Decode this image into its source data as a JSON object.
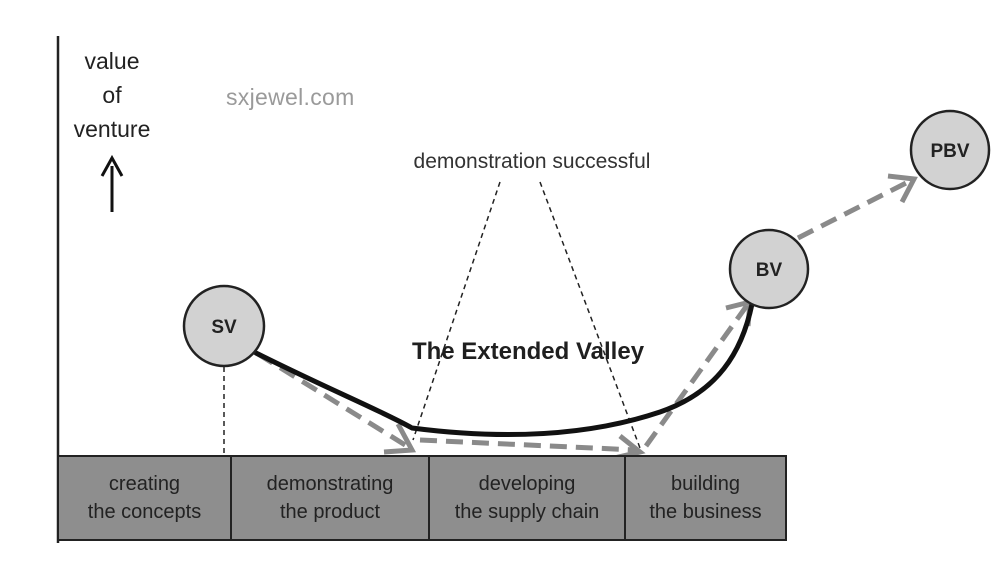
{
  "axis": {
    "label_lines": [
      "value",
      "of",
      "venture"
    ]
  },
  "watermark": "sxjewel.com",
  "annotation": "demonstration successful",
  "title": "The Extended Valley",
  "nodes": {
    "sv": "SV",
    "bv": "BV",
    "pbv": "PBV"
  },
  "stages": [
    {
      "label": "creating\nthe concepts"
    },
    {
      "label": "demonstrating\nthe product"
    },
    {
      "label": "developing\nthe supply chain"
    },
    {
      "label": "building\nthe business"
    }
  ]
}
